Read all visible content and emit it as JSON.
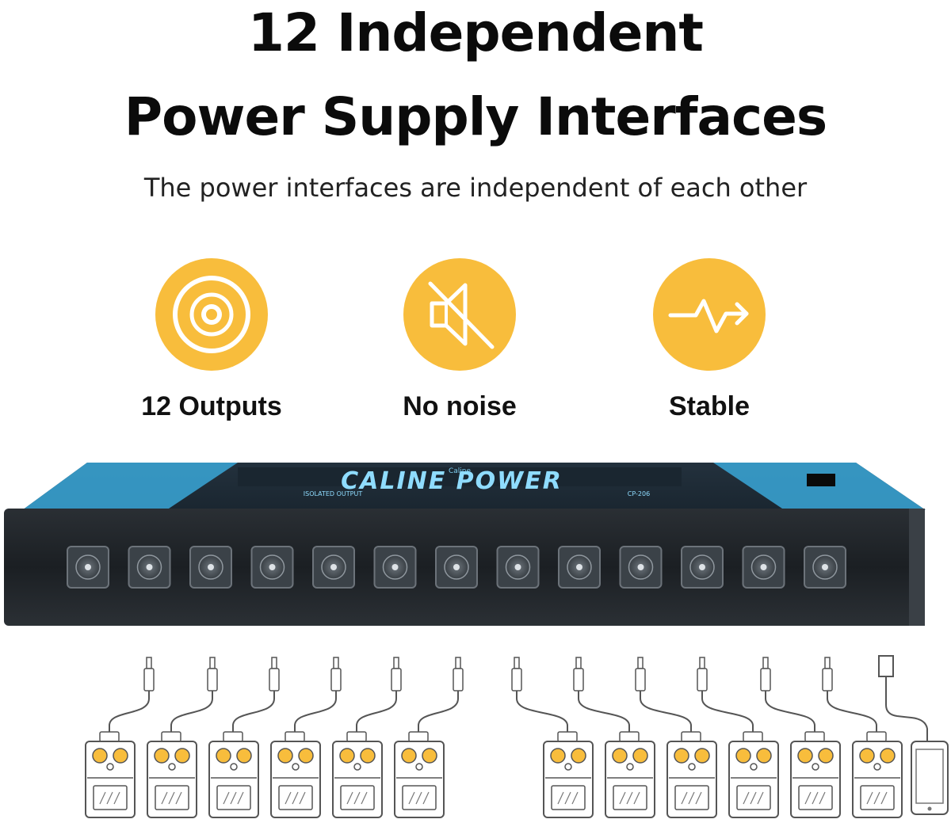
{
  "headline": {
    "line1": "12 Independent",
    "line2": "Power Supply Interfaces",
    "subtitle": "The power interfaces are independent of each other"
  },
  "features": [
    {
      "label": "12 Outputs",
      "icon": "output-socket-icon"
    },
    {
      "label": "No noise",
      "icon": "mute-speaker-icon"
    },
    {
      "label": "Stable",
      "icon": "stable-arrow-icon"
    }
  ],
  "device": {
    "brand": "Caline",
    "title": "CALINE POWER",
    "subtitle": "ISOLATED OUTPUT",
    "model": "CP-206",
    "port_count": 12,
    "usb_port_count": 1
  },
  "colors": {
    "accent": "#f8bd3c",
    "device_body": "#1d2125",
    "device_blue": "#3aa7d8"
  }
}
